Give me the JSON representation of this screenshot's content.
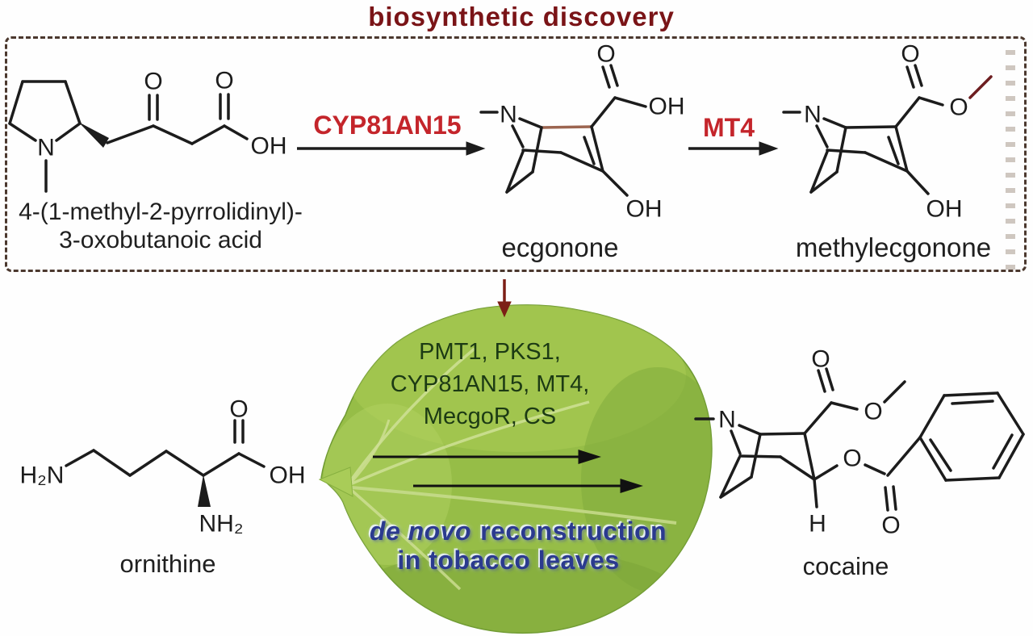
{
  "title": "biosynthetic discovery",
  "discovery_box": {
    "precursor": {
      "name_line1": "4-(1-methyl-2-pyrrolidinyl)-",
      "name_line2": "3-oxobutanoic acid",
      "atoms": {
        "n": "N",
        "o_ketone": "O",
        "o_acid": "O",
        "oh": "OH"
      }
    },
    "step1_enzyme": "CYP81AN15",
    "ecgonone": {
      "name": "ecgonone",
      "atoms": {
        "n": "N",
        "o": "O",
        "oh_acid": "OH",
        "oh_bottom": "OH"
      }
    },
    "step2_enzyme": "MT4",
    "methylecgonone": {
      "name": "methylecgonone",
      "atoms": {
        "n": "N",
        "o_carbonyl": "O",
        "o_ester": "O",
        "oh_bottom": "OH"
      }
    }
  },
  "leaf": {
    "enzyme_lines": [
      "PMT1, PKS1,",
      "CYP81AN15, MT4,",
      "MecgoR, CS"
    ],
    "caption_line1_italic": "de novo",
    "caption_line1_rest": "reconstruction",
    "caption_line2": "in tobacco leaves"
  },
  "ornithine": {
    "name": "ornithine",
    "atoms": {
      "h2n": "H₂N",
      "o": "O",
      "oh": "OH",
      "nh2": "NH₂"
    }
  },
  "cocaine": {
    "name": "cocaine",
    "atoms": {
      "n": "N",
      "o_carbonyl_top": "O",
      "o_ester": "O",
      "o_benzoyl": "O",
      "o_benzoyl_carbonyl": "O",
      "h": "H"
    }
  },
  "colors": {
    "title_maroon": "#7a1417",
    "enzyme_red": "#c4252b",
    "bond_black": "#1c1c1c",
    "highlight_bond_brown": "#9c6550",
    "new_methyl_maroon": "#6d1d20",
    "down_arrow_maroon": "#7c1f15",
    "leaf_green": "#96bd47",
    "leaf_text_green": "#1c3a14",
    "caption_blue": "#2b3a8f"
  }
}
